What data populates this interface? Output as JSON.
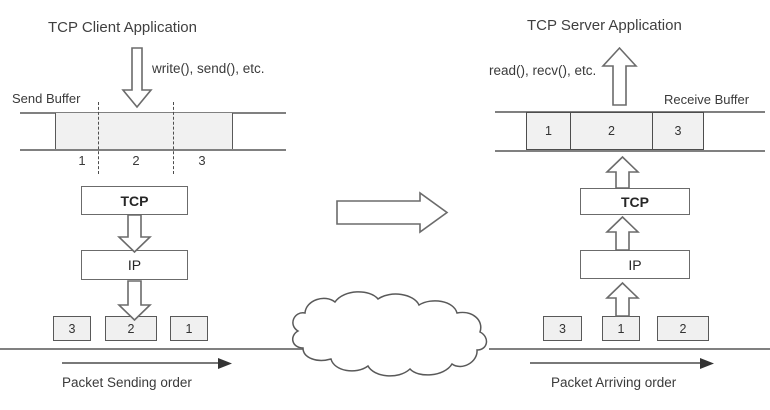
{
  "diagram": {
    "title_client": "TCP Client Application",
    "title_server": "TCP Server Application",
    "client": {
      "api_calls_label": "write(), send(), etc.",
      "buffer_label": "Send Buffer",
      "segment_numbers": [
        "1",
        "2",
        "3"
      ],
      "stack": [
        {
          "name": "TCP",
          "label": "TCP"
        },
        {
          "name": "IP",
          "label": "IP"
        }
      ],
      "packets": [
        "3",
        "2",
        "1"
      ],
      "order_label": "Packet Sending order"
    },
    "server": {
      "api_calls_label": "read(), recv(), etc.",
      "buffer_label": "Receive Buffer",
      "buffer_cells": [
        "1",
        "2",
        "3"
      ],
      "stack": [
        {
          "name": "TCP",
          "label": "TCP"
        },
        {
          "name": "IP",
          "label": "IP"
        }
      ],
      "packets": [
        "3",
        "1",
        "2"
      ],
      "order_label": "Packet Arriving order"
    },
    "network_cloud": "network-cloud",
    "flow_arrow": "flow-direction-arrow",
    "colors": {
      "line": "#808080",
      "box_border": "#6b6b6b",
      "fill": "#f1f1f1",
      "text": "#3a3a3a",
      "arrow_outline": "#6b6b6b"
    }
  }
}
